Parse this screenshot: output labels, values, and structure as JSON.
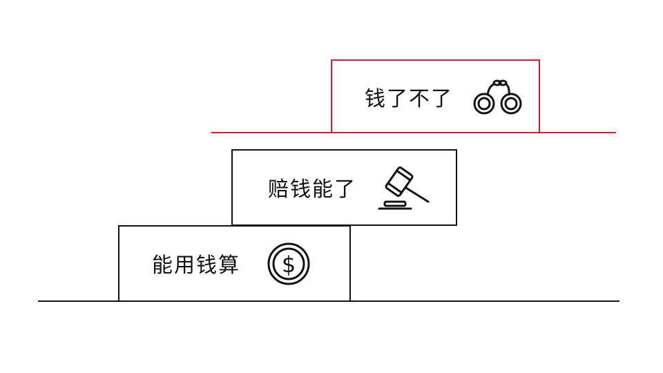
{
  "colors": {
    "ink": "#111111",
    "accent": "#d11a2a",
    "background": "#ffffff"
  },
  "steps": [
    {
      "label": "能用钱算",
      "icon": "dollar-coin-icon"
    },
    {
      "label": "赔钱能了",
      "icon": "gavel-icon"
    },
    {
      "label": "钱了不了",
      "icon": "handcuffs-icon"
    }
  ]
}
